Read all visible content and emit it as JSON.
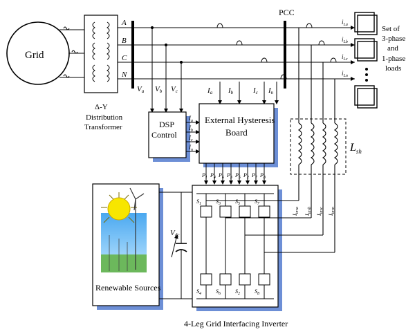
{
  "grid": {
    "label": "Grid"
  },
  "transformer": {
    "symbol": "Δ-Y",
    "caption_line1": "Distribution",
    "caption_line2": "Transformer"
  },
  "phases": [
    "A",
    "B",
    "C",
    "N"
  ],
  "pcc": {
    "label": "PCC"
  },
  "load_currents": [
    "i",
    "i",
    "i",
    "i"
  ],
  "load_current_subs": [
    "La",
    "Lb",
    "Lc",
    "Ln"
  ],
  "loads": {
    "line1": "Set of",
    "line2": "3-phase",
    "line3": "and",
    "line4": "1-phase",
    "line5": "loads"
  },
  "voltage_sense": [
    "V",
    "V",
    "V"
  ],
  "voltage_subs": [
    "a",
    "b",
    "c"
  ],
  "current_sense": [
    "I",
    "I",
    "I",
    "I"
  ],
  "current_subs": [
    "a",
    "b",
    "c",
    "n"
  ],
  "dsp": {
    "line1": "DSP",
    "line2": "Control"
  },
  "dsp_outputs": [
    "I",
    "I",
    "I",
    "I"
  ],
  "dsp_output_subs": [
    "a",
    "b",
    "c",
    "n"
  ],
  "hysteresis": {
    "line1": "External Hysteresis",
    "line2": "Board"
  },
  "pulses": [
    "P",
    "P",
    "P",
    "P",
    "P",
    "P",
    "P",
    "P"
  ],
  "pulse_subs": [
    "1",
    "4",
    "6",
    "3",
    "5",
    "2",
    "7",
    "8"
  ],
  "inductor": {
    "symbol": "L",
    "sub": "sh"
  },
  "dc_link": {
    "symbol": "V",
    "sub": "dc"
  },
  "switches_top": [
    "S",
    "S",
    "S",
    "S"
  ],
  "switches_top_subs": [
    "1",
    "3",
    "5",
    "7"
  ],
  "switches_bottom": [
    "S",
    "S",
    "S",
    "S"
  ],
  "switches_bottom_subs": [
    "4",
    "6",
    "2",
    "8"
  ],
  "inverter_currents": [
    "I",
    "I",
    "I",
    "I"
  ],
  "inverter_current_subs": [
    "inva",
    "invb",
    "invc",
    "invn"
  ],
  "renewable": {
    "label": "Renewable Sources"
  },
  "inverter": {
    "caption": "4-Leg Grid Interfacing Inverter"
  },
  "colors": {
    "box_shadow": "#6d8fd6",
    "sun": "#f7e600",
    "sky": "#88c8f0",
    "grass": "#6cb85c"
  }
}
